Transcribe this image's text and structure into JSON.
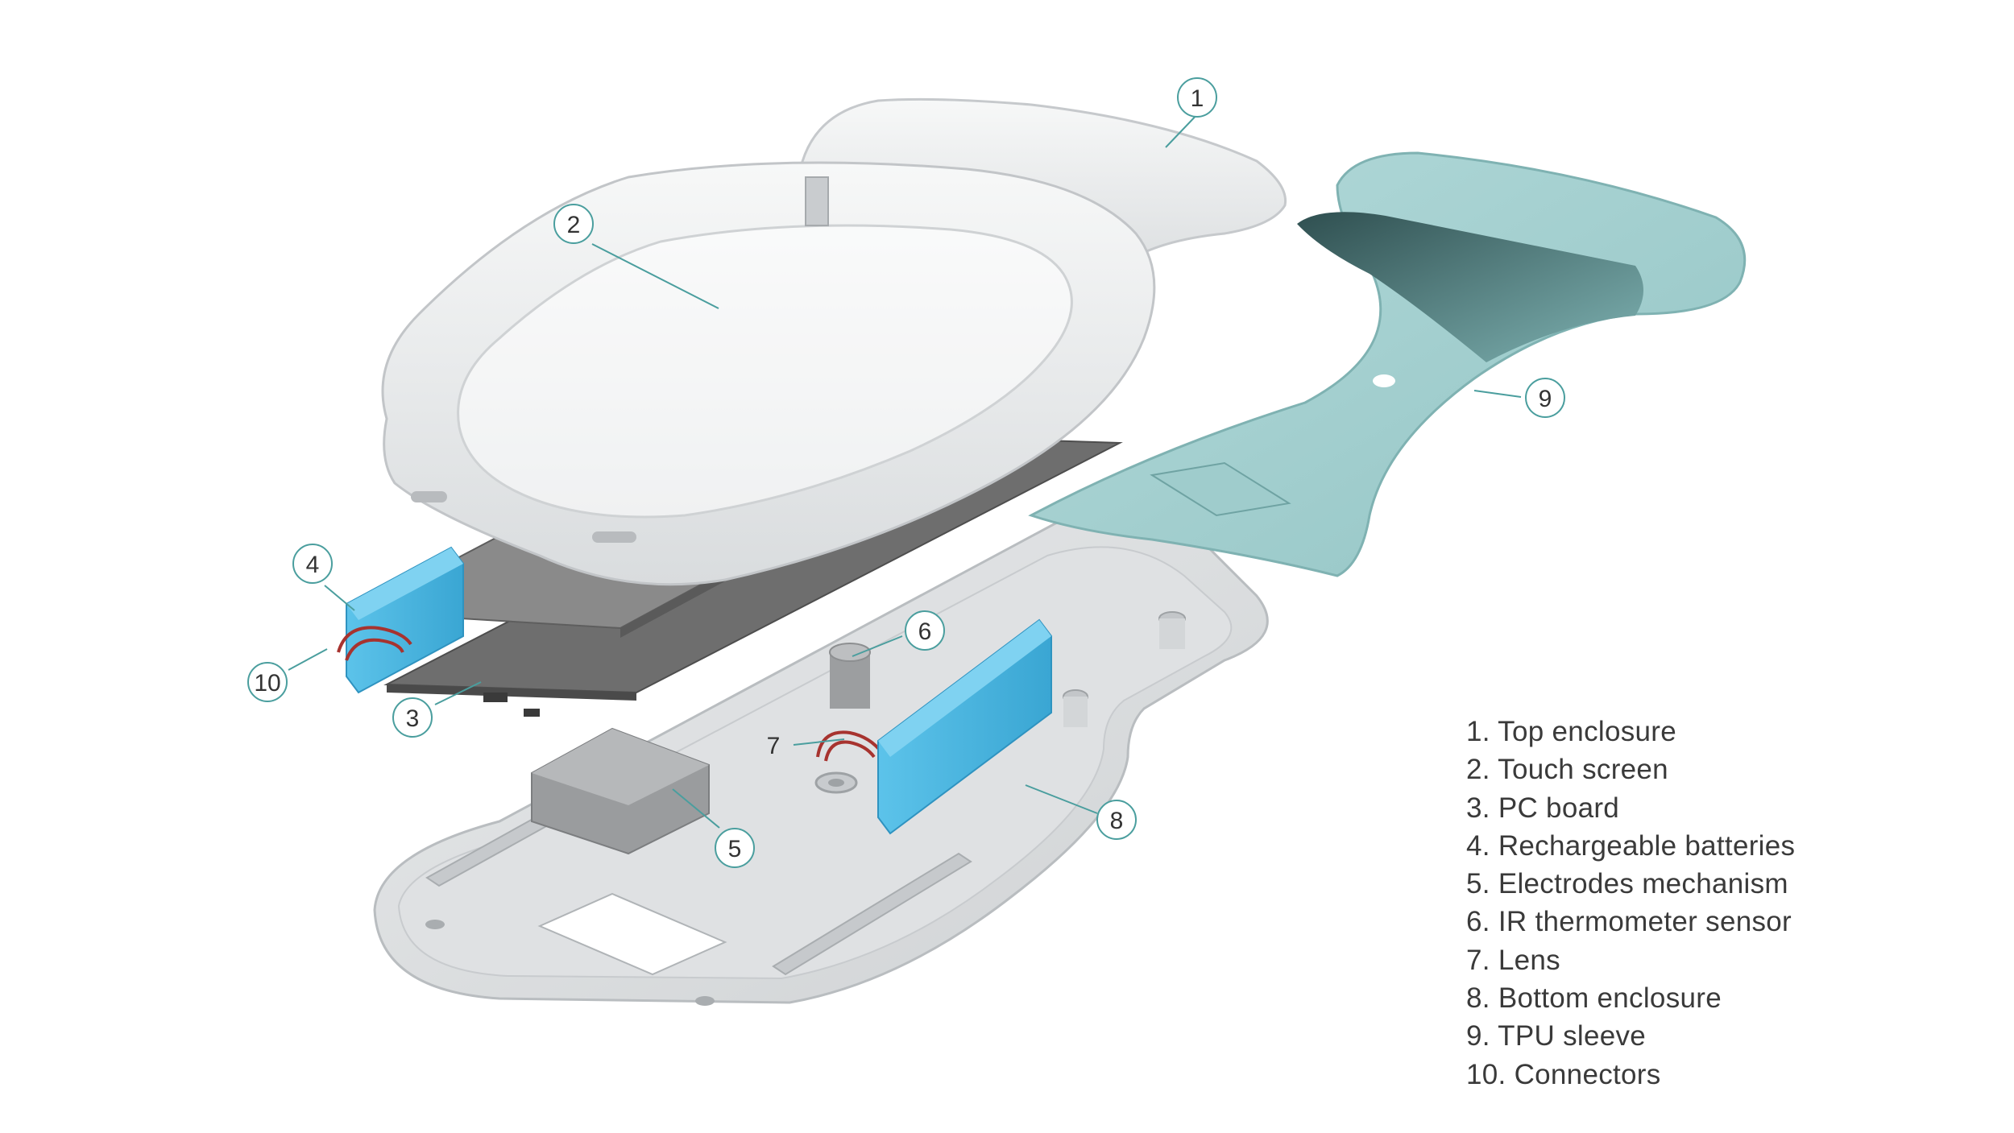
{
  "callouts": [
    {
      "id": "1",
      "label": "1"
    },
    {
      "id": "2",
      "label": "2"
    },
    {
      "id": "3",
      "label": "3"
    },
    {
      "id": "4",
      "label": "4"
    },
    {
      "id": "5",
      "label": "5"
    },
    {
      "id": "6",
      "label": "6"
    },
    {
      "id": "7",
      "label": "7"
    },
    {
      "id": "8",
      "label": "8"
    },
    {
      "id": "9",
      "label": "9"
    },
    {
      "id": "10",
      "label": "10"
    }
  ],
  "legend": [
    "1. Top enclosure",
    "2. Touch screen",
    "3. PC board",
    "4. Rechargeable batteries",
    "5. Electrodes mechanism",
    "6. IR thermometer sensor",
    "7. Lens",
    "8. Bottom enclosure",
    "9. TPU sleeve",
    "10. Connectors"
  ],
  "colors": {
    "leader": "#4a9e9e",
    "circle_stroke": "#4a9e9e",
    "enclosure": "#eeeff0",
    "enclosure_shadow": "#cfd2d4",
    "sleeve": "#a8d2d2",
    "sleeve_shadow": "#6fa6a6",
    "battery": "#4fb8e0",
    "board": "#7d7d7d",
    "board_dark": "#5a5a5a",
    "screen": "#d8d9da"
  }
}
